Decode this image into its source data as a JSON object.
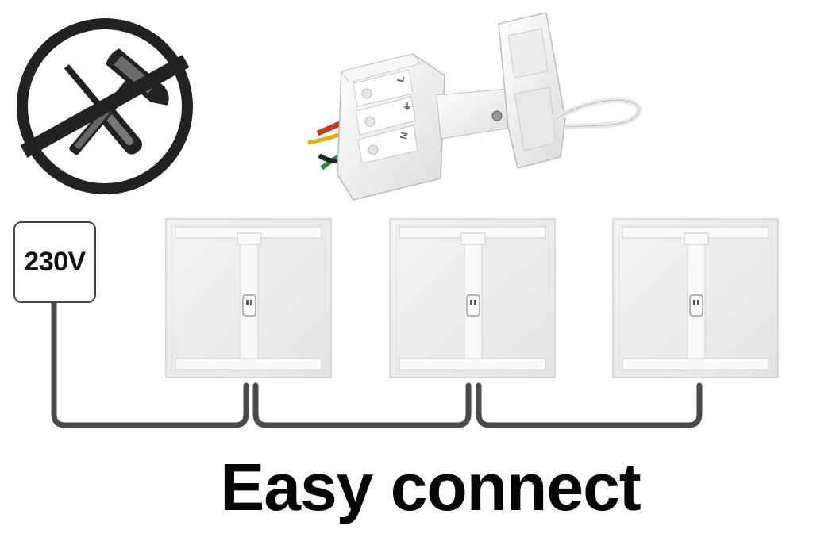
{
  "power_source": {
    "label": "230V"
  },
  "connector": {
    "terminals": [
      "L",
      "⏚",
      "N"
    ]
  },
  "panels": [
    {
      "name": "panel-1"
    },
    {
      "name": "panel-2"
    },
    {
      "name": "panel-3"
    }
  ],
  "no_tools_icon": {
    "icons": [
      "hammer-icon",
      "screwdriver-icon",
      "prohibited-icon"
    ]
  },
  "headline": "Easy connect",
  "colors": {
    "cable": "#4a4a4a",
    "icon_dark": "#222222",
    "panel_bg": "#eeeeee",
    "wire_red": "#c0392b",
    "wire_yellow": "#e0b000",
    "wire_green": "#2e8b3e"
  }
}
